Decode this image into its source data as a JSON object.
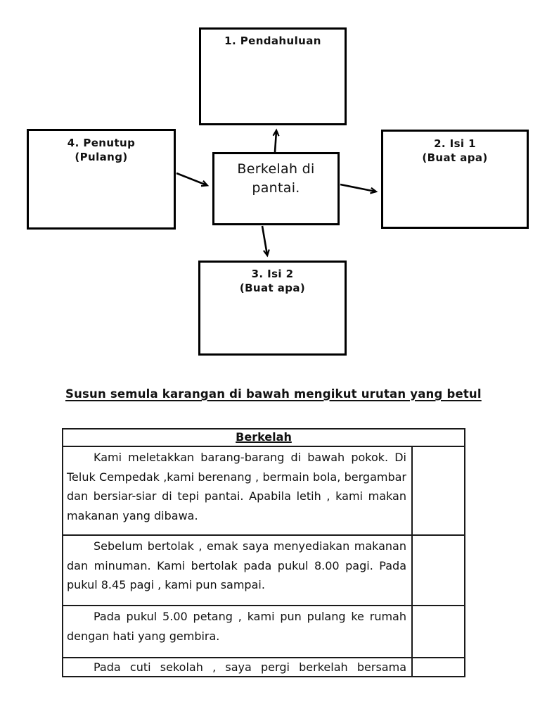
{
  "diagram": {
    "center": {
      "label": "Berkelah di pantai."
    },
    "nodes": {
      "pendahuluan": {
        "line1": "1. Pendahuluan",
        "line2": ""
      },
      "isi1": {
        "line1": "2. Isi 1",
        "line2": "(Buat apa)"
      },
      "isi2": {
        "line1": "3. Isi 2",
        "line2": "(Buat apa)"
      },
      "penutup": {
        "line1": "4. Penutup",
        "line2": "(Pulang)"
      }
    }
  },
  "instruction": "Susun semula karangan di bawah mengikut urutan yang betul",
  "table": {
    "title": "Berkelah",
    "rows": [
      {
        "text": "Kami meletakkan barang-barang di bawah pokok. Di Teluk Cempedak ,kami berenang , bermain bola, bergambar dan bersiar-siar di tepi pantai. Apabila letih , kami makan makanan yang dibawa.",
        "answer": ""
      },
      {
        "text": "Sebelum bertolak , emak saya menyediakan makanan dan minuman. Kami bertolak pada pukul 8.00 pagi. Pada pukul 8.45 pagi , kami pun sampai.",
        "answer": ""
      },
      {
        "text": "Pada pukul 5.00 petang , kami pun pulang ke rumah dengan hati yang gembira.",
        "answer": ""
      },
      {
        "text": "Pada cuti sekolah , saya pergi berkelah bersama",
        "answer": ""
      }
    ]
  },
  "colors": {
    "background": "#ffffff",
    "text": "#111111",
    "border": "#000000"
  }
}
